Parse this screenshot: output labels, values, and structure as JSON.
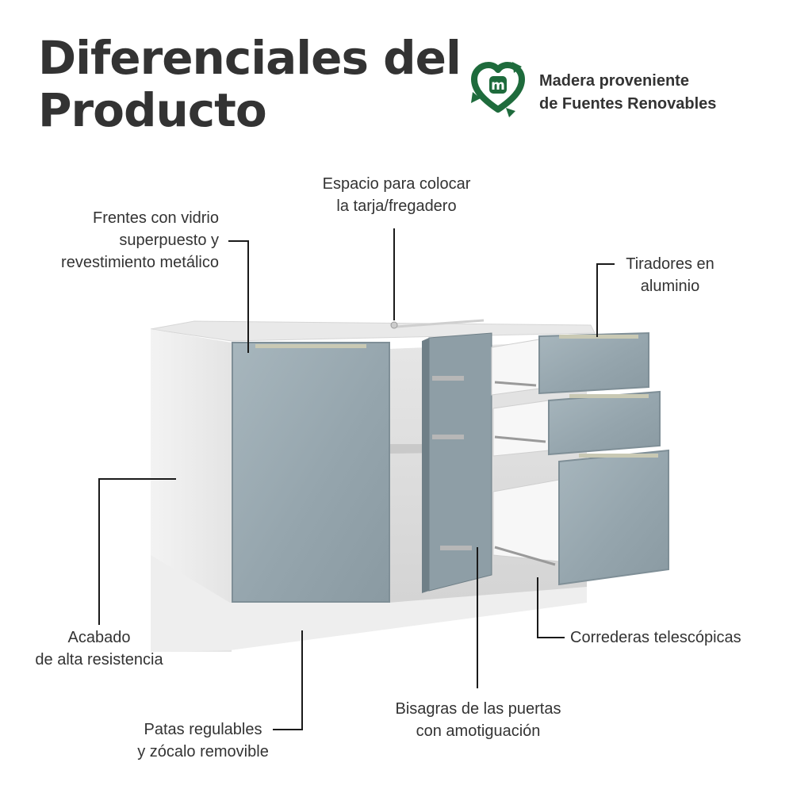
{
  "title": {
    "line1": "Diferenciales del",
    "line2": "Producto"
  },
  "badge": {
    "icon": "recycle-leaf-icon",
    "letter": "m",
    "line1": "Madera proveniente",
    "line2": "de Fuentes Renovables",
    "color": "#1e6b3c"
  },
  "callouts": {
    "sink_space": {
      "line1": "Espacio para colocar",
      "line2": "la tarja/fregadero"
    },
    "glass_fronts": {
      "line1": "Frentes con vidrio",
      "line2": "superpuesto y",
      "line3": "revestimiento metálico"
    },
    "handles": {
      "line1": "Tiradores en",
      "line2": "aluminio"
    },
    "finish": {
      "line1": "Acabado",
      "line2": "de alta resistencia"
    },
    "slides": {
      "line1": "Correderas telescópicas"
    },
    "hinges": {
      "line1": "Bisagras de las puertas",
      "line2": "con amotiguación"
    },
    "feet": {
      "line1": "Patas regulables",
      "line2": "y zócalo removible"
    }
  },
  "colors": {
    "front": "#9aaab2",
    "front_dark": "#6f7f87",
    "handle": "#c9c9b4",
    "carcass": "#f2f2f2",
    "line": "#1a1a1a"
  }
}
